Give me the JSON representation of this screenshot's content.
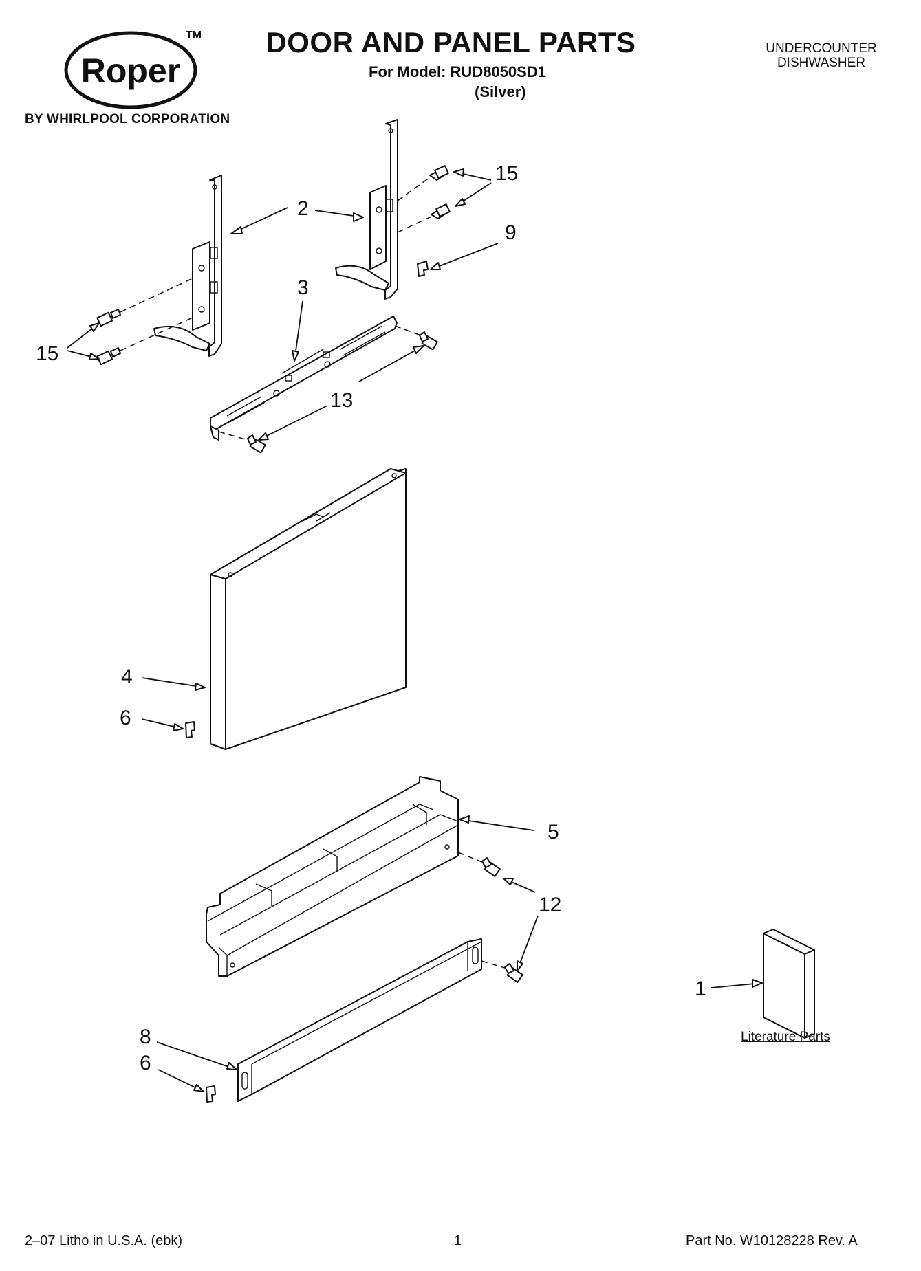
{
  "brand": {
    "logo_text": "Roper",
    "trademark": "TM",
    "byline": "BY WHIRLPOOL CORPORATION"
  },
  "header": {
    "title": "DOOR AND PANEL PARTS",
    "model_line": "For Model: RUD8050SD1",
    "color_line": "(Silver)",
    "product_line1": "UNDERCOUNTER",
    "product_line2": "DISHWASHER"
  },
  "callouts": {
    "c1": "1",
    "c2": "2",
    "c3": "3",
    "c4": "4",
    "c5": "5",
    "c6a": "6",
    "c6b": "6",
    "c8": "8",
    "c9": "9",
    "c12": "12",
    "c13": "13",
    "c15a": "15",
    "c15b": "15"
  },
  "literature_label": "Literature Parts",
  "footer": {
    "left": "2–07 Litho in U.S.A. (ebk)",
    "page": "1",
    "right": "Part No. W10128228 Rev. A"
  }
}
